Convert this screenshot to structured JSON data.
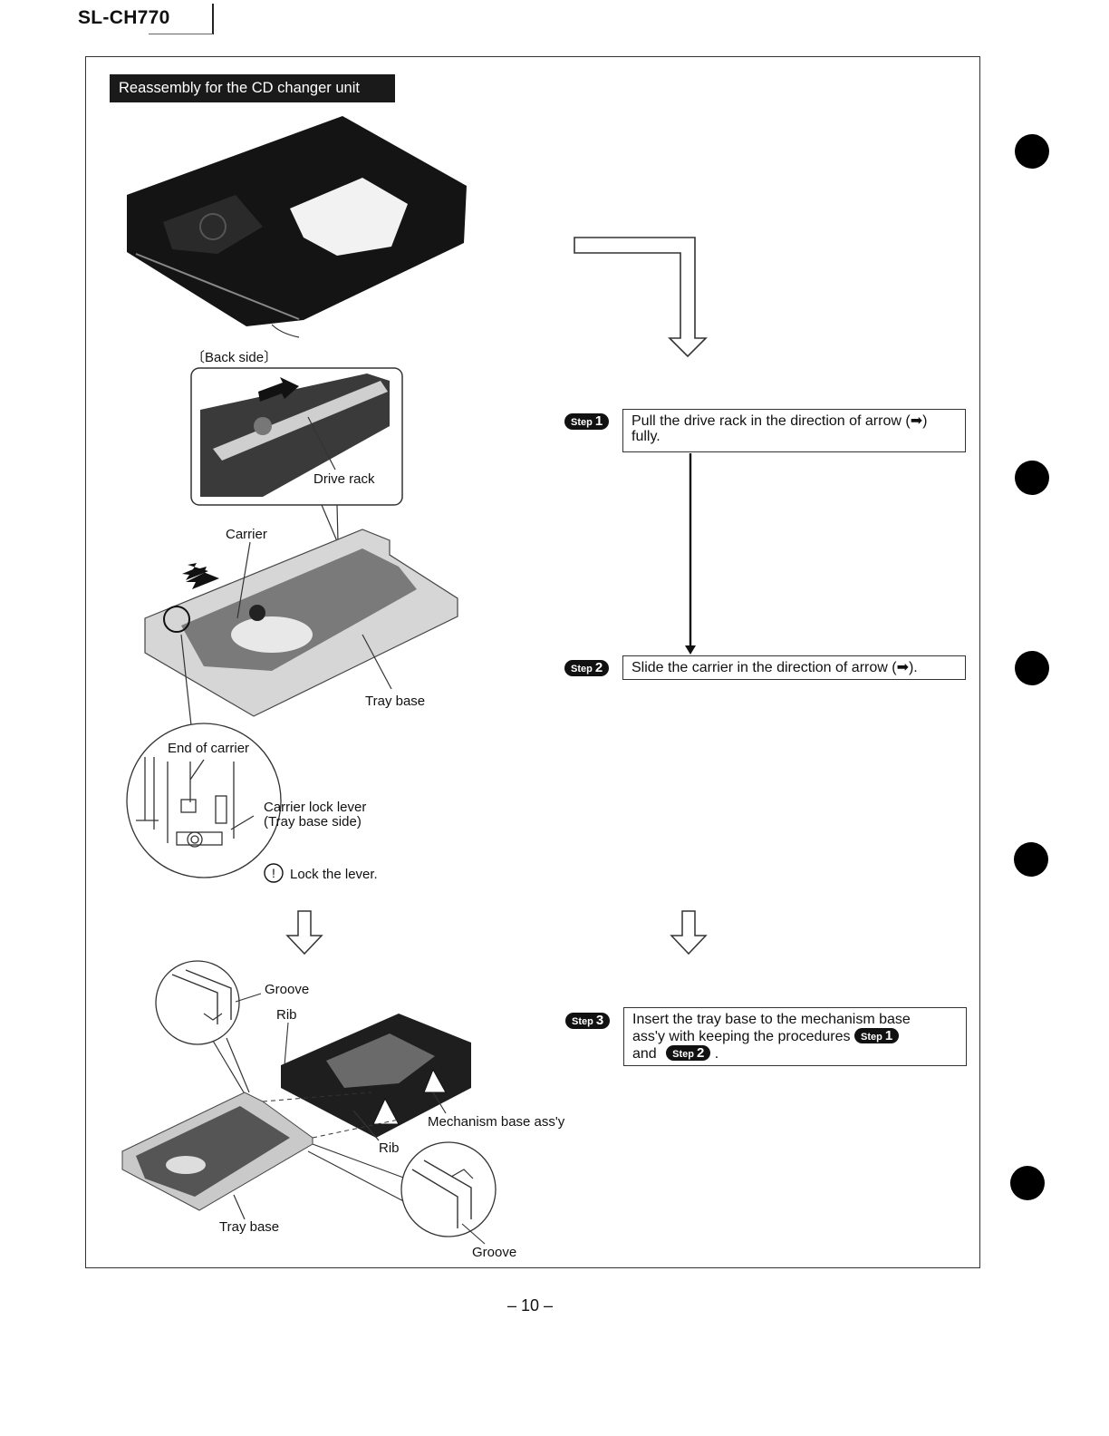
{
  "header": {
    "model": "SL-CH770"
  },
  "section": {
    "title": "Reassembly for the CD changer unit"
  },
  "labels": {
    "back_side": "〔Back side〕",
    "drive_rack": "Drive rack",
    "carrier": "Carrier",
    "tray_base": "Tray base",
    "end_of_carrier": "End of carrier",
    "carrier_lock_lever": "Carrier lock lever",
    "tray_base_side": "(Tray base side)",
    "lock_the_lever": "Lock the lever.",
    "groove_top": "Groove",
    "rib_top": "Rib",
    "mechanism_base": "Mechanism base ass'y",
    "rib_bottom": "Rib",
    "tray_base_bottom": "Tray base",
    "groove_bottom": "Groove"
  },
  "steps": [
    {
      "word": "Step",
      "num": "1",
      "text": "Pull the drive rack in the direction of arrow (➡) fully."
    },
    {
      "word": "Step",
      "num": "2",
      "text": "Slide the carrier in the direction of arrow (➡)."
    },
    {
      "word": "Step",
      "num": "3",
      "line1": "Insert the tray base to the mechanism base",
      "line2": "ass'y with keeping the procedures",
      "line3": "and",
      "end": "."
    }
  ],
  "caution_glyph": "!",
  "page_number": "– 10 –"
}
